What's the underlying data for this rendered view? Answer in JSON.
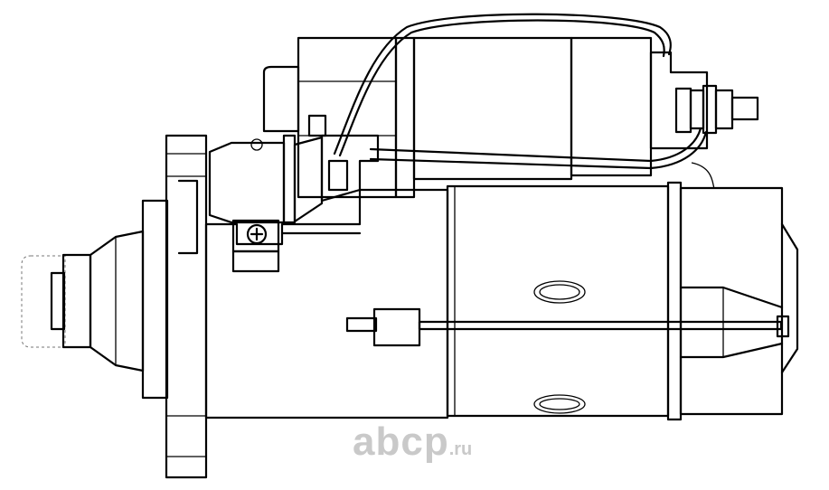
{
  "watermark": {
    "brand": "abcp",
    "tld": ".ru",
    "color": "#c9c9c9"
  },
  "drawing": {
    "subject": "starter-motor-line-drawing",
    "line_color": "#000000",
    "background": "#ffffff"
  }
}
